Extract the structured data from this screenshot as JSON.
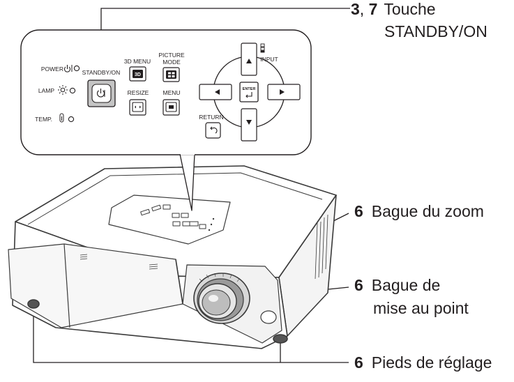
{
  "control_panel": {
    "indicators": [
      {
        "label": "POWER",
        "icon": "power-icon"
      },
      {
        "label": "LAMP",
        "icon": "lamp-icon"
      },
      {
        "label": "TEMP.",
        "icon": "thermometer-icon"
      }
    ],
    "buttons": {
      "standby": "STANDBY/ON",
      "menu3d": "3D MENU",
      "menu3d_glyph": "3D",
      "picture_mode_line1": "PICTURE",
      "picture_mode_line2": "MODE",
      "resize": "RESIZE",
      "menu": "MENU",
      "input": "INPUT",
      "enter": "ENTER",
      "return": "RETURN"
    }
  },
  "callouts": [
    {
      "number": "3",
      "separator": ", ",
      "number2": "7",
      "line1": "Touche",
      "line2": "STANDBY/ON"
    },
    {
      "number": "6",
      "line1": "Bague du zoom"
    },
    {
      "number": "6",
      "line1": "Bague de",
      "line2": "mise au point"
    },
    {
      "number": "6",
      "line1": "Pieds de réglage"
    }
  ],
  "colors": {
    "ink": "#231f20",
    "outline": "#3a3a3a",
    "button_fill": "#bdbdbd"
  }
}
